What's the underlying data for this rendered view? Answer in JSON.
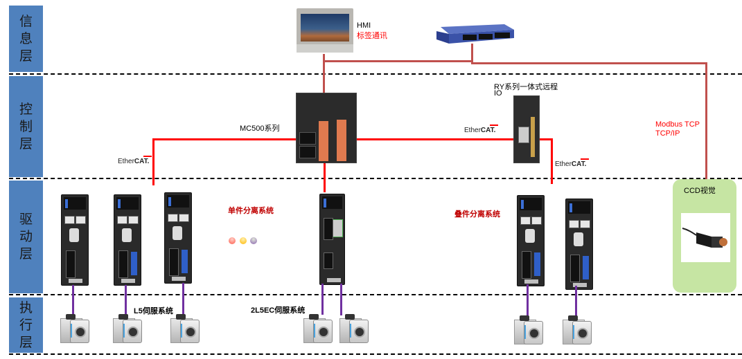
{
  "layers": [
    {
      "label": [
        "信",
        "息",
        "层"
      ]
    },
    {
      "label": [
        "控",
        "制",
        "层"
      ]
    },
    {
      "label": [
        "驱",
        "动",
        "层"
      ]
    },
    {
      "label": [
        "执",
        "行",
        "层"
      ]
    }
  ],
  "devices": {
    "hmi": {
      "name": "HMI",
      "note": "标签通讯"
    },
    "switch": {
      "name": "network-switch"
    },
    "plc": {
      "name": "MC500系列"
    },
    "remote_io": {
      "name_line1": "RY系列一体式远程",
      "name_line2": "IO"
    },
    "ccd": {
      "name": "CCD视觉"
    }
  },
  "protocols": {
    "ethercat_label": [
      "Ether",
      "CAT."
    ],
    "modbus_line1": "Modbus TCP",
    "modbus_line2": "TCP/IP"
  },
  "groups": {
    "single_separation": "单件分离系统",
    "stack_separation": "叠件分离系统",
    "l5_servo": "L5伺服系统",
    "l5ec_servo": "2L5EC伺服系统"
  },
  "colors": {
    "layer_bg": "#4f81bd",
    "ethernet_line": "#c0504d",
    "ethercat_line": "#ff0000",
    "motor_cable": "#7030a0",
    "ccd_bg": "#c6e5a3",
    "label_red": "#ff0000",
    "label_dark_red": "#c00000"
  }
}
